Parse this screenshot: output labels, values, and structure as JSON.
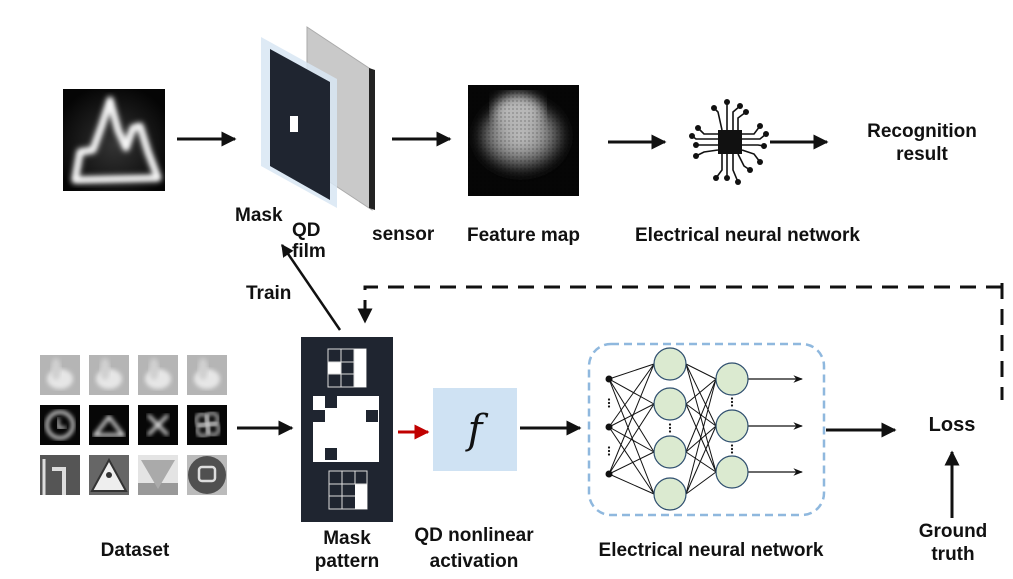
{
  "top_row": {
    "input_image": "mountain-shape-input",
    "mask_label": "Mask",
    "qd_film_label_line1": "QD",
    "qd_film_label_line2": "film",
    "sensor_label": "sensor",
    "feature_map_label": "Feature map",
    "enn_label": "Electrical neural network",
    "result_label_line1": "Recognition",
    "result_label_line2": "result"
  },
  "train_label": "Train",
  "bottom_row": {
    "dataset_label": "Dataset",
    "dataset_rows": [
      [
        "hand-gesture",
        "hand-gesture",
        "hand-gesture",
        "hand-gesture"
      ],
      [
        "clock",
        "triangle",
        "star",
        "cluster"
      ],
      [
        "turn-sign",
        "pedestrian-sign",
        "yield-sign",
        "vehicle-sign"
      ]
    ],
    "mask_pattern_label_line1": "Mask",
    "mask_pattern_label_line2": "pattern",
    "activation_symbol": "f",
    "activation_label_line1": "QD nonlinear",
    "activation_label_line2": "activation",
    "enn_label": "Electrical neural network",
    "loss_label": "Loss",
    "ground_truth_line1": "Ground",
    "ground_truth_line2": "truth"
  },
  "colors": {
    "activation_box": "#cfe2f3",
    "network_border": "#8fb8de",
    "neuron_fill": "#dbead0",
    "neuron_stroke": "#2f4f6f",
    "mask_dark": "#1f2530",
    "red_arrow": "#c00000"
  }
}
